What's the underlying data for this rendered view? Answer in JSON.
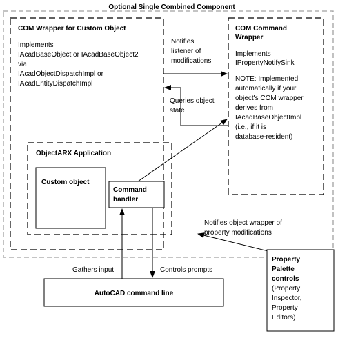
{
  "outer": {
    "title": "Optional Single Combined Component"
  },
  "com_wrapper": {
    "title": "COM Wrapper for Custom Object",
    "lines": [
      "Implements",
      "IAcadBaseObject or IAcadBaseObject2",
      "via",
      "IAcadObjectDispatchImpl or",
      "IAcadEntityDispatchImpl"
    ]
  },
  "com_command_wrapper": {
    "title_lines": [
      "COM Command",
      "Wrapper"
    ],
    "implements_lines": [
      "Implements",
      "IPropertyNotifySink"
    ],
    "note_lines": [
      "NOTE:  Implemented",
      "automatically if your",
      "object's COM wrapper",
      "derives from",
      "IAcadBaseObjectImpl",
      "(i.e., if it is",
      "database-resident)"
    ]
  },
  "notifies_listener_lines": [
    "Notifies",
    "listener of",
    "modifications"
  ],
  "queries_state_lines": [
    "Queries object",
    "state"
  ],
  "objectarx_app": {
    "title": "ObjectARX Application"
  },
  "custom_object": {
    "label": "Custom object"
  },
  "command_handler": {
    "label_lines": [
      "Command",
      "handler"
    ]
  },
  "notifies_wrapper_lines": [
    "Notifies object wrapper of",
    "property modifications"
  ],
  "gathers_input": "Gathers input",
  "controls_prompts": "Controls prompts",
  "autocad_command_line": "AutoCAD command line",
  "property_palette": {
    "title_lines": [
      "Property",
      "Palette",
      "controls"
    ],
    "detail_lines": [
      "(Property",
      "Inspector,",
      "Property",
      "Editors)"
    ]
  }
}
